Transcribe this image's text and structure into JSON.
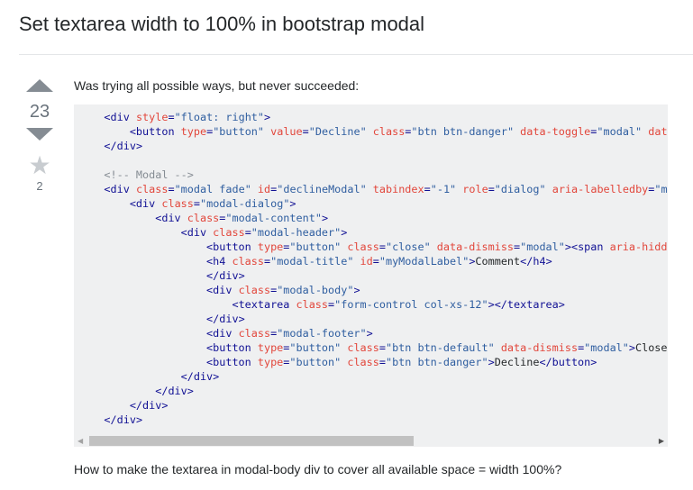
{
  "question": {
    "title": "Set textarea width to 100% in bootstrap modal",
    "intro": "Was trying all possible ways, but never succeeded:",
    "outro": "How to make the textarea in modal-body div to cover all available space = width 100%?"
  },
  "votes": {
    "score": "23",
    "favorites": "2",
    "upvote_icon": "triangle-up",
    "downvote_icon": "triangle-down",
    "favorite_icon": "star",
    "favorite_glyph": "★"
  },
  "code": {
    "lines": [
      "    <div style=\"float: right\">",
      "        <button type=\"button\" value=\"Decline\" class=\"btn btn-danger\" data-toggle=\"modal\" dat",
      "    </div>",
      "",
      "    <!-- Modal -->",
      "    <div class=\"modal fade\" id=\"declineModal\" tabindex=\"-1\" role=\"dialog\" aria-labelledby=\"m",
      "        <div class=\"modal-dialog\">",
      "            <div class=\"modal-content\">",
      "                <div class=\"modal-header\">",
      "                    <button type=\"button\" class=\"close\" data-dismiss=\"modal\"><span aria-hidd",
      "                    <h4 class=\"modal-title\" id=\"myModalLabel\">Comment</h4>",
      "                    </div>",
      "                    <div class=\"modal-body\">",
      "                        <textarea class=\"form-control col-xs-12\"></textarea>",
      "                    </div>",
      "                    <div class=\"modal-footer\">",
      "                    <button type=\"button\" class=\"btn btn-default\" data-dismiss=\"modal\">Close",
      "                    <button type=\"button\" class=\"btn btn-danger\">Decline</button>",
      "                </div>",
      "            </div>",
      "        </div>",
      "    </div>"
    ],
    "scroll_left_glyph": "◀",
    "scroll_right_glyph": "▶"
  }
}
